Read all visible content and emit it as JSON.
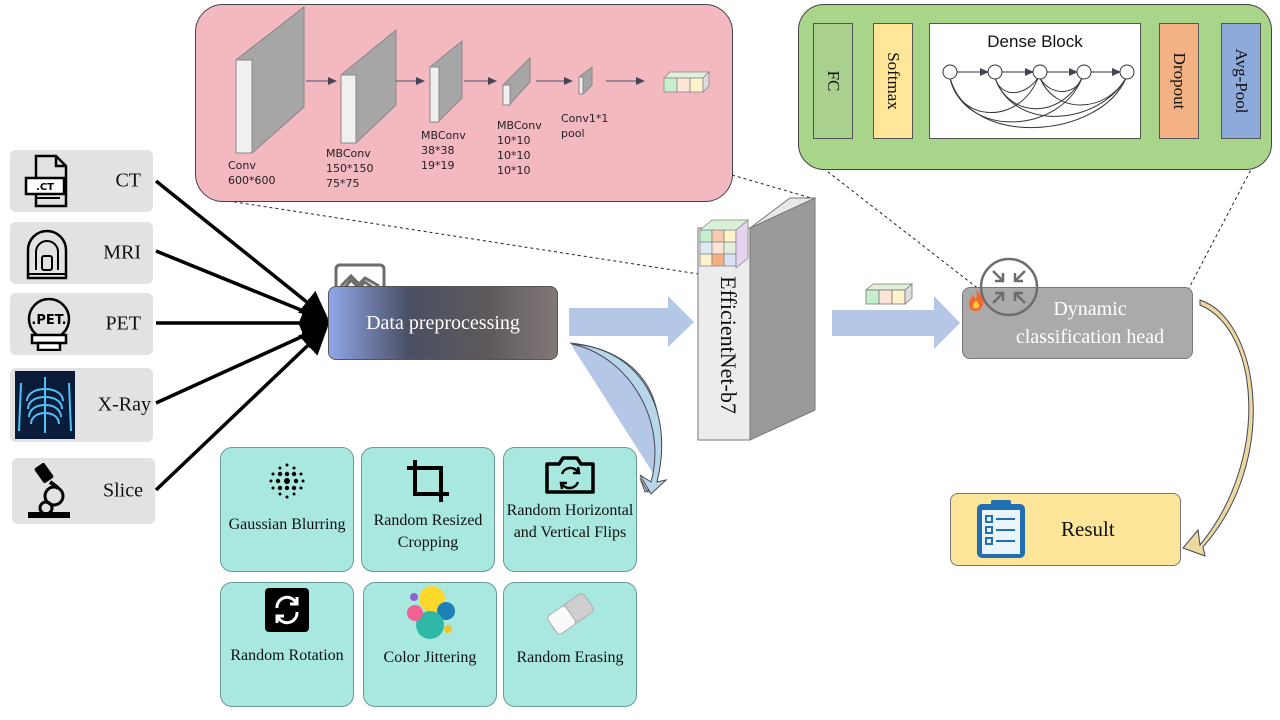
{
  "modalities": [
    {
      "label": "CT",
      "icon": "ct-file-icon"
    },
    {
      "label": "MRI",
      "icon": "mri-scanner-icon"
    },
    {
      "label": "PET",
      "icon": "pet-scanner-icon"
    },
    {
      "label": "X-Ray",
      "icon": "xray-chest-icon"
    },
    {
      "label": "Slice",
      "icon": "microscope-icon"
    }
  ],
  "preprocessing": {
    "label": "Data preprocessing",
    "icon": "image-icon"
  },
  "augmentations": [
    {
      "label": "Gaussian Blurring",
      "icon": "blur-dots-icon"
    },
    {
      "label": "Random Resized Cropping",
      "icon": "crop-icon"
    },
    {
      "label": "Random Horizontal and Vertical Flips",
      "icon": "flip-camera-icon"
    },
    {
      "label": "Random Rotation",
      "icon": "rotate-icon"
    },
    {
      "label": "Color Jittering",
      "icon": "color-palette-icon"
    },
    {
      "label": "Random Erasing",
      "icon": "eraser-icon"
    }
  ],
  "backbone": {
    "label": "EfficientNet-b7"
  },
  "backbone_detail": {
    "layers": [
      {
        "name": "Conv",
        "lines": [
          "600*600"
        ]
      },
      {
        "name": "MBConv",
        "lines": [
          "150*150",
          "75*75"
        ]
      },
      {
        "name": "MBConv",
        "lines": [
          "38*38",
          "19*19"
        ]
      },
      {
        "name": "MBConv",
        "lines": [
          "10*10",
          "10*10",
          "10*10"
        ]
      },
      {
        "name": "Conv1*1",
        "lines": [
          "pool"
        ]
      }
    ]
  },
  "head": {
    "line1": "Dynamic",
    "line2": "classification head",
    "icon": "collapse-arrows-icon",
    "badge_icon": "flame-icon"
  },
  "head_detail": {
    "fc": "FC",
    "softmax": "Softmax",
    "dense_block": "Dense Block",
    "dropout": "Dropout",
    "avgpool": "Avg-Pool"
  },
  "result": {
    "label": "Result",
    "icon": "clipboard-checklist-icon"
  },
  "colors": {
    "pink_panel": "#f4b8c1",
    "green_panel": "#a8d58a",
    "aug_card": "#a8e8df",
    "result": "#fde59a",
    "head": "#aaaaaa",
    "arrow_fill": "#b4c7e7"
  }
}
